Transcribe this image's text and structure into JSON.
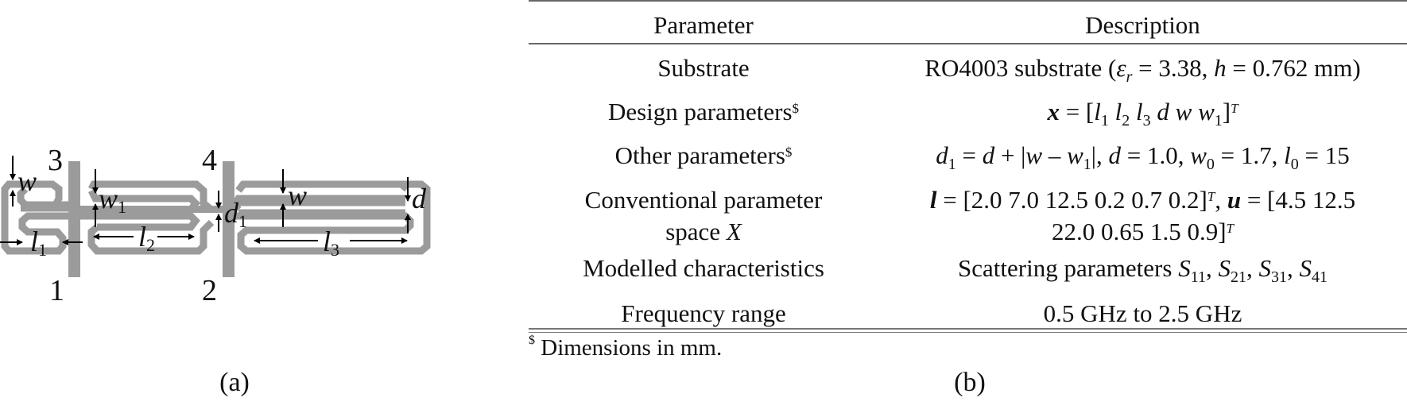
{
  "figure": {
    "panel_a": {
      "caption": "(a)",
      "port_labels": [
        "1",
        "2",
        "3",
        "4"
      ],
      "dimension_labels": {
        "w_left": "w",
        "w1": "w",
        "w1_sub": "1",
        "l1": "l",
        "l1_sub": "1",
        "l2": "l",
        "l2_sub": "2",
        "d1": "d",
        "d1_sub": "1",
        "w_right": "w",
        "d": "d",
        "l3": "l",
        "l3_sub": "3"
      },
      "colors": {
        "trace": "#9b9b9b",
        "arrow": "#000000"
      }
    },
    "panel_b": {
      "caption": "(b)",
      "table": {
        "headers": [
          "Parameter",
          "Description"
        ],
        "rows": [
          {
            "parameter": "Substrate",
            "description": "RO4003 substrate (εr = 3.38, h = 0.762 mm)"
          },
          {
            "parameter": "Design parameters$",
            "description": "x = [l1 l2 l3 d w w1]T"
          },
          {
            "parameter": "Other parameters$",
            "description": "d1 = d + |w – w1|, d = 1.0, w0 = 1.7, l0 = 15"
          },
          {
            "parameter": "Conventional parameter space X",
            "description": "l = [2.0 7.0 12.5 0.2 0.7 0.2]T, u = [4.5 12.5 22.0 0.65 1.5 0.9]T"
          },
          {
            "parameter": "Modelled characteristics",
            "description": "Scattering parameters S11, S21, S31, S41"
          },
          {
            "parameter": "Frequency range",
            "description": "0.5 GHz to 2.5 GHz"
          }
        ]
      },
      "footnote": {
        "marker": "$",
        "text": "Dimensions in mm."
      }
    }
  },
  "text": {
    "h_param": "Parameter",
    "h_desc": "Description",
    "r1_param": "Substrate",
    "r1_desc_a": "RO4003 substrate (",
    "r1_eps": "ε",
    "r1_eps_sub": "r",
    "r1_desc_b": " = 3.38, ",
    "r1_h": "h",
    "r1_desc_c": " = 0.762 mm)",
    "r2_param": "Design parameters",
    "dollar": "$",
    "r2_x": "x",
    "r2_eq": " = [",
    "l": "l",
    "one": "1",
    "two": "2",
    "three": "3",
    "zero": "0",
    "d": "d",
    "w": "w",
    "T": "T",
    "r2_close": "]",
    "r3_param": "Other parameters",
    "r3_a": " = ",
    "r3_b": " + |",
    "r3_c": " – ",
    "r3_d": "|, ",
    "r3_e": " = 1.0, ",
    "r3_f": " = 1.7, ",
    "r3_g": " = 15",
    "r4_param_1": "Conventional parameter",
    "r4_param_2": "space ",
    "r4_X": "X",
    "r4_l": "l",
    "r4_l_vec": " = [2.0 7.0 12.5 0.2 0.7 0.2]",
    "r4_comma": ", ",
    "r4_u": "u",
    "r4_u_vec_1": " = [4.5 12.5",
    "r4_u_vec_2": "22.0 0.65 1.5 0.9]",
    "r5_param": "Modelled characteristics",
    "r5_a": "Scattering parameters ",
    "S": "S",
    "s11": "11",
    "s21": "21",
    "s31": "31",
    "s41": "41",
    "sep": ", ",
    "r6_param": "Frequency range",
    "r6_desc": "0.5 GHz to 2.5 GHz",
    "foot_marker": "$",
    "foot_text": " Dimensions in mm."
  }
}
